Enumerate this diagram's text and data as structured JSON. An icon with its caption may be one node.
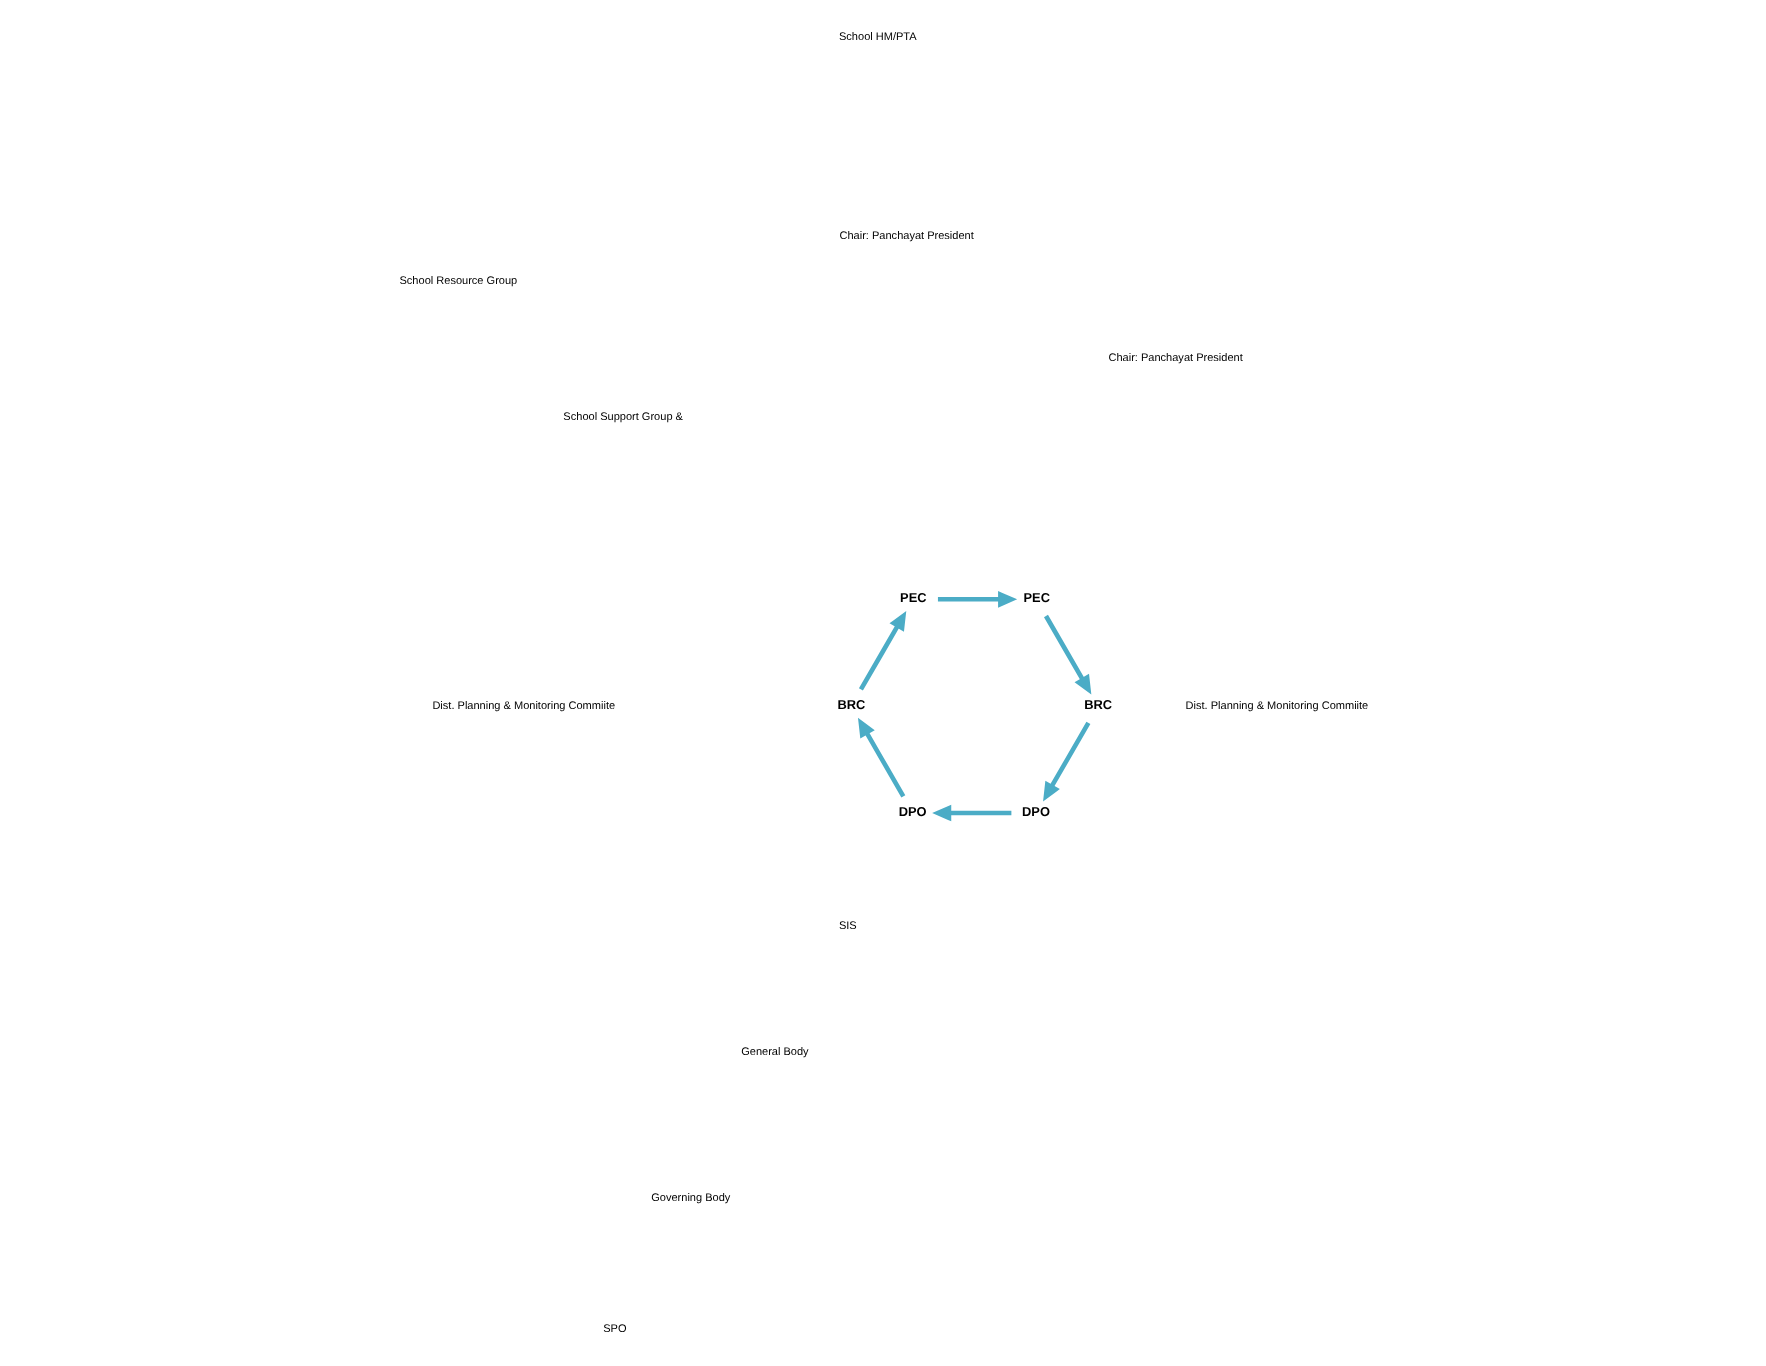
{
  "diagram": {
    "nodes": [
      {
        "text": [
          "DPO"
        ]
      },
      {
        "text": [
          "DPO"
        ]
      },
      {
        "text": [
          "BRC"
        ]
      },
      {
        "text": [
          "PEC"
        ]
      },
      {
        "text": [
          "PEC"
        ]
      },
      {
        "text": [
          "BRC"
        ]
      }
    ],
    "edges": [
      {
        "from": 0,
        "to": 1,
        "arrow": "to"
      },
      {
        "from": 1,
        "to": 2,
        "arrow": "to"
      },
      {
        "from": 2,
        "to": 3,
        "arrow": "to"
      },
      {
        "from": 3,
        "to": 4,
        "arrow": "to"
      },
      {
        "from": 4,
        "to": 5,
        "arrow": "to"
      },
      {
        "from": 5,
        "to": 0,
        "arrow": "to"
      }
    ],
    "labels": [
      "SIS",
      "General Body",
      "Governing Body",
      "SPO",
      "Dist. Planning & Monitoring Commiite",
      "Dist. Planning & Monitoring Commiite",
      "Chair: Panchayat President",
      "Chair: Panchayat President",
      "School HM/PTA",
      "School Support Group &",
      "School Resource Group"
    ]
  }
}
